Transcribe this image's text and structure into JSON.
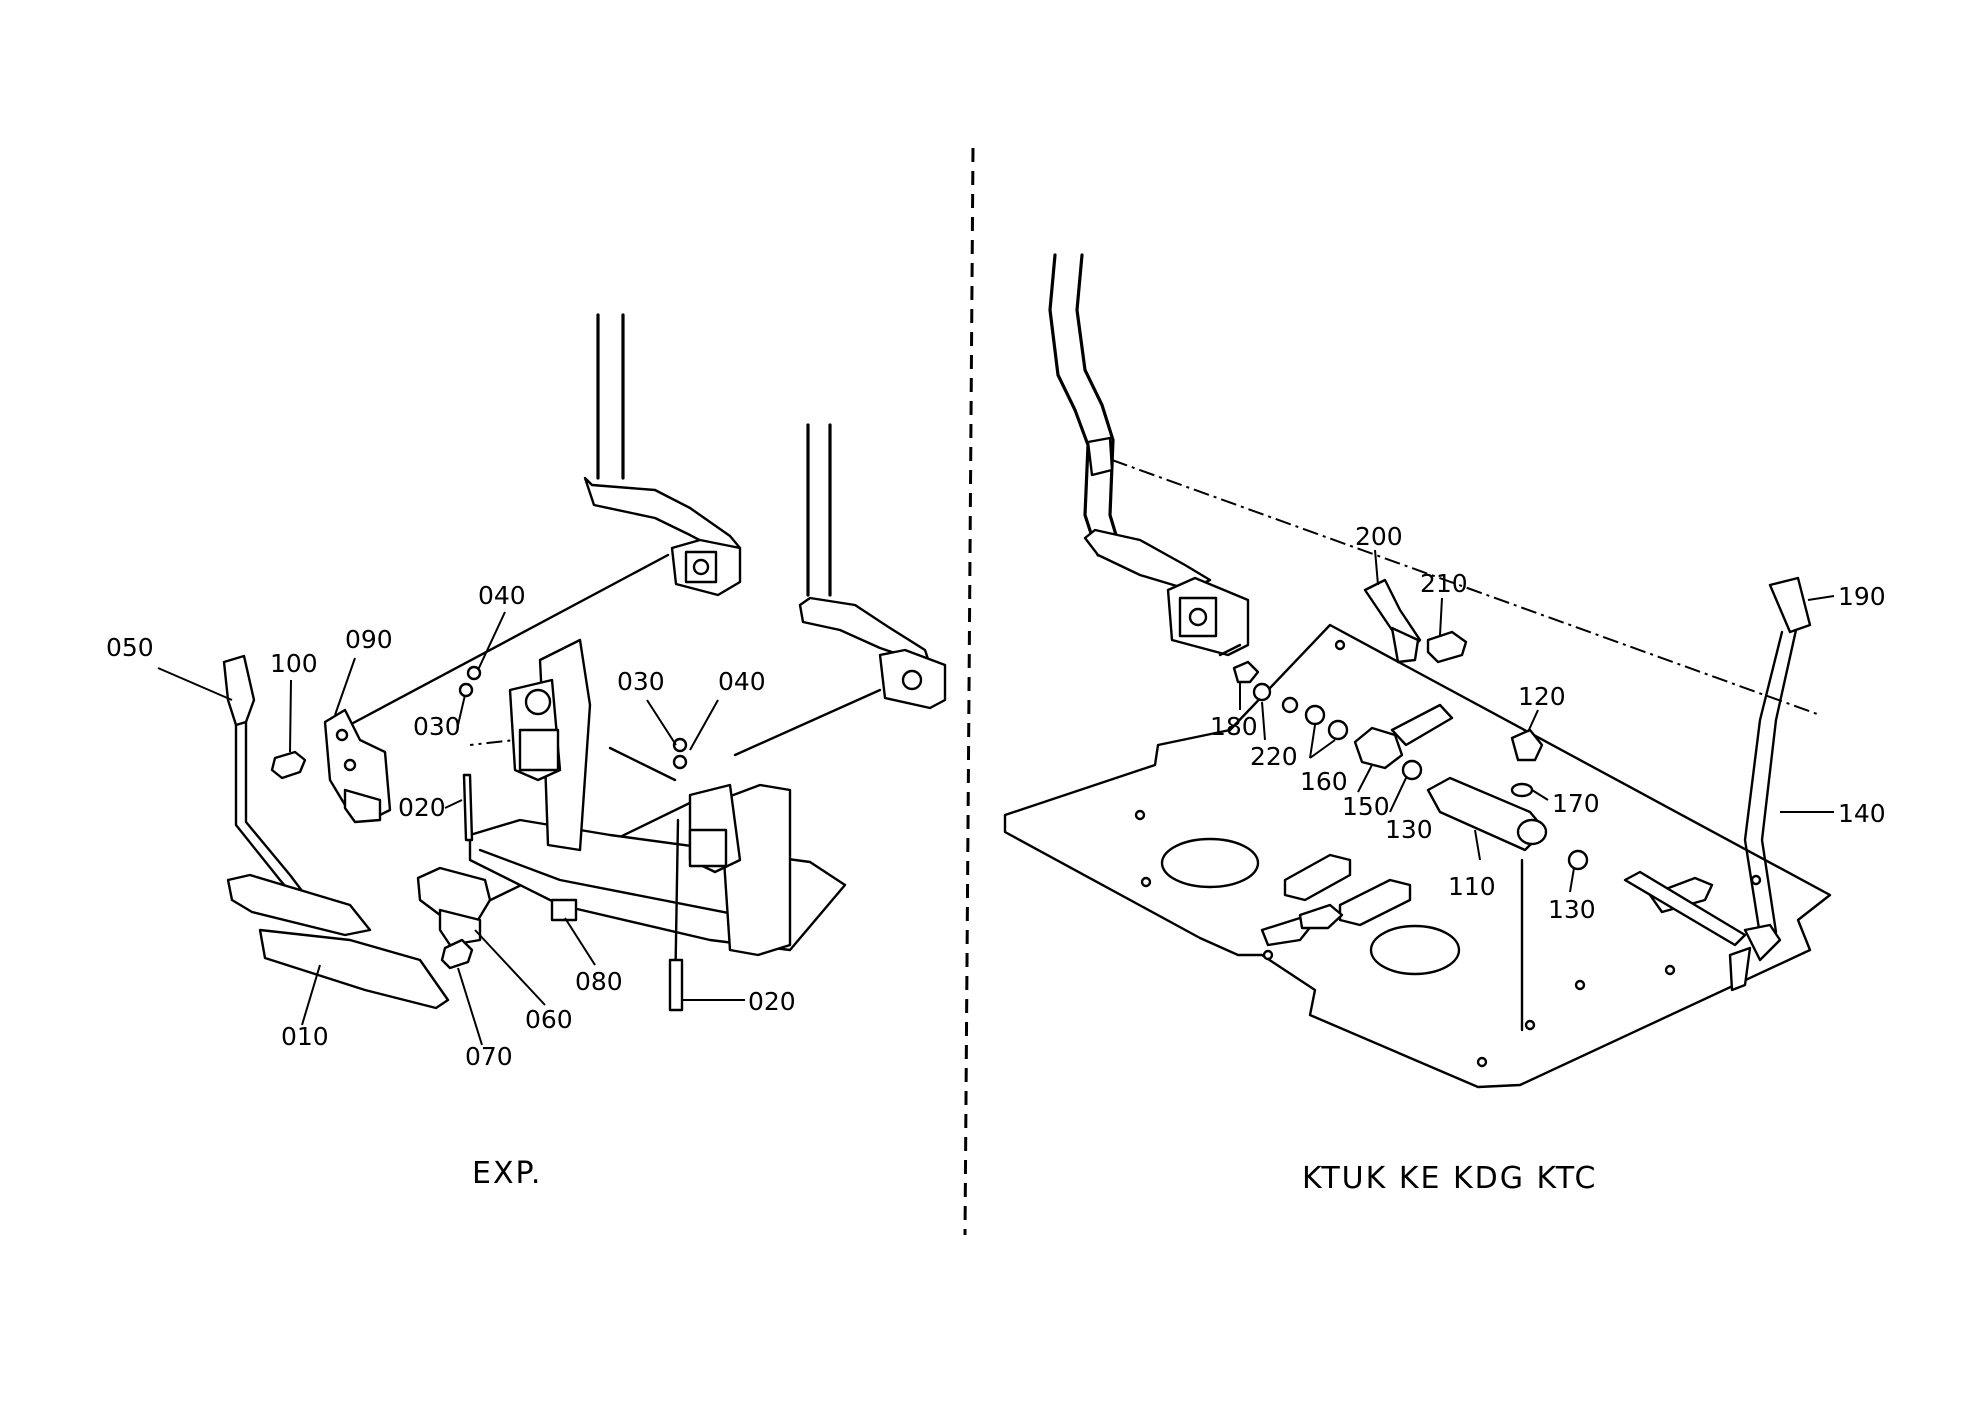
{
  "labels": {
    "exp": {
      "p050": "050",
      "p100": "100",
      "p090": "090",
      "p040a": "040",
      "p030a": "030",
      "p030b": "030",
      "p040b": "040",
      "p020a": "020",
      "p010": "010",
      "p070": "070",
      "p060": "060",
      "p080": "080",
      "p020b": "020"
    },
    "kt": {
      "p200": "200",
      "p210": "210",
      "p190": "190",
      "p120": "120",
      "p180": "180",
      "p220": "220",
      "p160": "160",
      "p150": "150",
      "p130a": "130",
      "p170": "170",
      "p140": "140",
      "p110": "110",
      "p130b": "130"
    }
  },
  "captions": {
    "left": "EXP.",
    "right": "KTUK KE KDG KTC"
  }
}
